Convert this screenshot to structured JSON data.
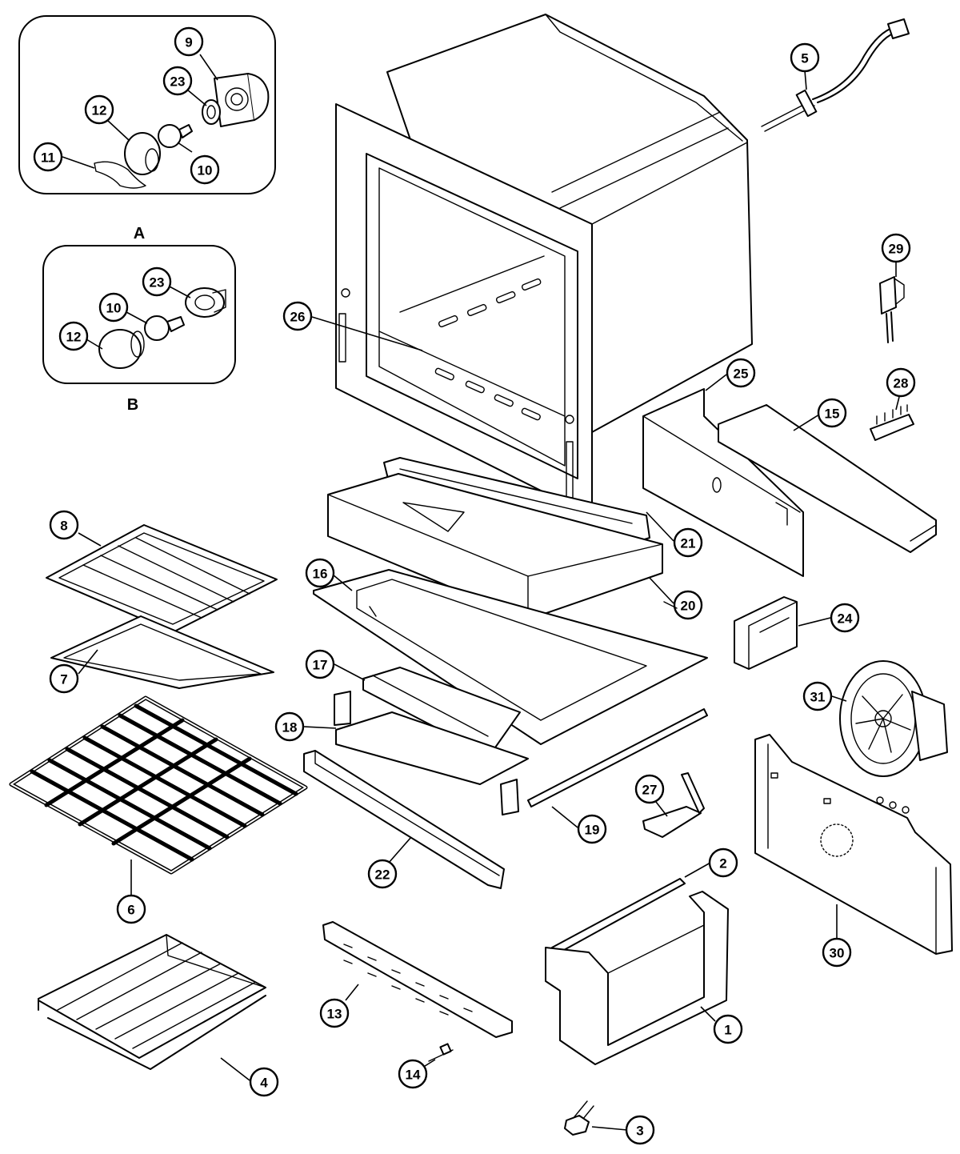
{
  "insets": [
    {
      "id": "A",
      "label": "A",
      "callouts": [
        "9",
        "23",
        "12",
        "10",
        "11"
      ]
    },
    {
      "id": "B",
      "label": "B",
      "callouts": [
        "23",
        "10",
        "12"
      ]
    }
  ],
  "callouts": [
    {
      "num": "1"
    },
    {
      "num": "2"
    },
    {
      "num": "3"
    },
    {
      "num": "4"
    },
    {
      "num": "5"
    },
    {
      "num": "6"
    },
    {
      "num": "7"
    },
    {
      "num": "8"
    },
    {
      "num": "13"
    },
    {
      "num": "14"
    },
    {
      "num": "15"
    },
    {
      "num": "16"
    },
    {
      "num": "17"
    },
    {
      "num": "18"
    },
    {
      "num": "19"
    },
    {
      "num": "20"
    },
    {
      "num": "21"
    },
    {
      "num": "22"
    },
    {
      "num": "24"
    },
    {
      "num": "25"
    },
    {
      "num": "26"
    },
    {
      "num": "27"
    },
    {
      "num": "28"
    },
    {
      "num": "29"
    },
    {
      "num": "30"
    },
    {
      "num": "31"
    }
  ]
}
